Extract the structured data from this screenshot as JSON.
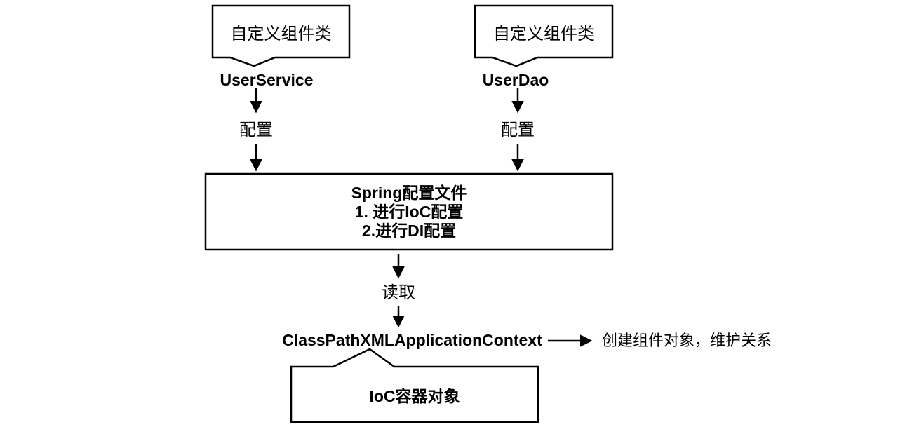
{
  "diagram": {
    "top_left": {
      "box_label": "自定义组件类",
      "class_name": "UserService",
      "arrow_label": "配置"
    },
    "top_right": {
      "box_label": "自定义组件类",
      "class_name": "UserDao",
      "arrow_label": "配置"
    },
    "spring_box": {
      "line1": "Spring配置文件",
      "line2": "1. 进行IoC配置",
      "line3": "2.进行DI配置"
    },
    "read_label": "读取",
    "context_class": "ClassPathXMLApplicationContext",
    "result_label": "创建组件对象，维护关系",
    "container_box_label": "IoC容器对象",
    "icons": {
      "arrow_down": "↓",
      "arrow_right": "→"
    },
    "colors": {
      "stroke": "#000000",
      "background": "#ffffff",
      "text": "#000000"
    }
  }
}
